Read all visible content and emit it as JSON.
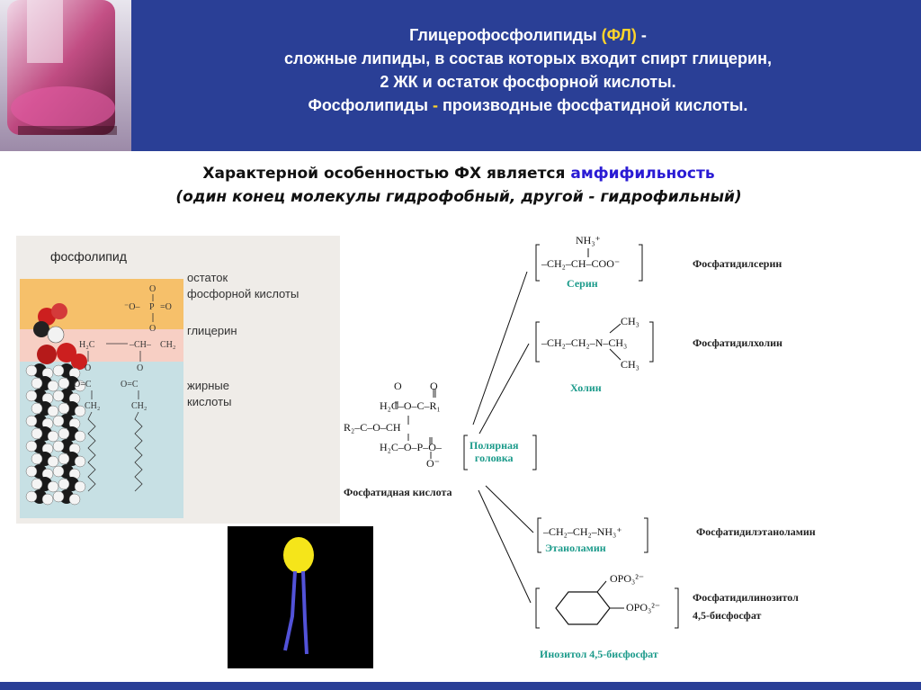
{
  "header": {
    "line1_main": "Глицерофосфолипиды ",
    "line1_hl": "(ФЛ)",
    "line1_tail": " -",
    "line2": "сложные липиды, в состав которых входит спирт глицерин,",
    "line3": "2 ЖК и остаток фосфорной кислоты.",
    "line4_main": "Фосфолипиды ",
    "line4_hl": "-",
    "line4_tail": " производные фосфатидной  кислоты."
  },
  "subtitle": {
    "line1_main": "Характерной особенностью ФХ  является  ",
    "line1_hl": "амфифильность",
    "line2": "(один конец молекулы гидрофобный, другой - гидрофильный)"
  },
  "phospholipid_diagram": {
    "title": "фосфолипид",
    "label_phosphate": "остаток\nфосфорной кислоты",
    "label_glycerol": "глицерин",
    "label_fatty": "жирные\nкислоты",
    "colors": {
      "phosphate_band": "#f6c06a",
      "glycerol_band": "#f7cfc4",
      "fatty_band": "#c7e0e4"
    }
  },
  "scheme": {
    "phosphatidic_acid_label": "Фосфатидная кислота",
    "polar_head_label": "Полярная\nголовка",
    "branches": [
      {
        "group_formula": "–CH₂–CH–COO⁻",
        "group_name": "Серин",
        "product": "Фосфатидилсерин"
      },
      {
        "group_formula": "–CH₂–CH₂–N–CH₃",
        "group_name": "Холин",
        "product": "Фосфатидилхолин"
      },
      {
        "group_formula": "–CH₂–CH₂–NH₃⁺",
        "group_name": "Этаноламин",
        "product": "Фосфатидилэтаноламин"
      },
      {
        "group_formula": "OPO₃²⁻",
        "group_name": "Инозитол 4,5-бисфосфат",
        "product": "Фосфатидилинозитол\n4,5-бисфосфат"
      }
    ]
  }
}
